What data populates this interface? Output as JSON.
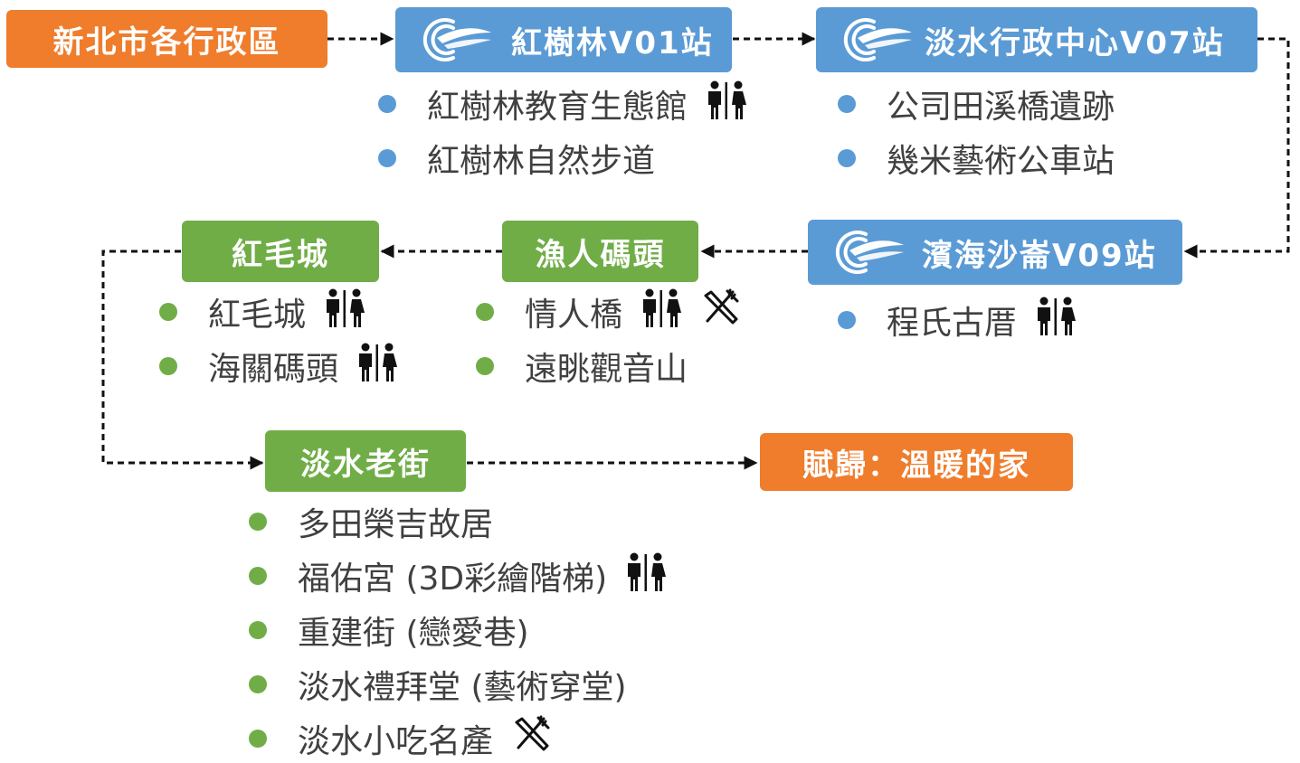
{
  "start": "新北市各行政區",
  "end": "賦歸：溫暖的家",
  "stations": [
    {
      "name": "紅樹林V01站",
      "items": [
        {
          "text": "紅樹林教育生態館",
          "icons": [
            "restroom-icon"
          ]
        },
        {
          "text": "紅樹林自然步道",
          "icons": []
        }
      ]
    },
    {
      "name": "淡水行政中心V07站",
      "items": [
        {
          "text": "公司田溪橋遺跡",
          "icons": []
        },
        {
          "text": "幾米藝術公車站",
          "icons": []
        }
      ]
    },
    {
      "name": "濱海沙崙V09站",
      "items": [
        {
          "text": "程氏古厝",
          "icons": [
            "restroom-icon"
          ]
        }
      ]
    }
  ],
  "stops": [
    {
      "name": "漁人碼頭",
      "items": [
        {
          "text": "情人橋",
          "icons": [
            "restroom-icon",
            "dining-icon"
          ]
        },
        {
          "text": "遠眺觀音山",
          "icons": []
        }
      ]
    },
    {
      "name": "紅毛城",
      "items": [
        {
          "text": "紅毛城",
          "icons": [
            "restroom-icon"
          ]
        },
        {
          "text": "海關碼頭",
          "icons": [
            "restroom-icon"
          ]
        }
      ]
    },
    {
      "name": "淡水老街",
      "items": [
        {
          "text": "多田榮吉故居",
          "icons": []
        },
        {
          "text": "福佑宮 (3D彩繪階梯)",
          "icons": [
            "restroom-icon"
          ]
        },
        {
          "text": "重建街 (戀愛巷)",
          "icons": []
        },
        {
          "text": "淡水禮拜堂 (藝術穿堂)",
          "icons": []
        },
        {
          "text": "淡水小吃名產",
          "icons": [
            "dining-icon"
          ]
        }
      ]
    }
  ],
  "colors": {
    "origin": "#ef7d2c",
    "station": "#5b9bd5",
    "stop": "#70ad47",
    "connector": "#222222"
  }
}
